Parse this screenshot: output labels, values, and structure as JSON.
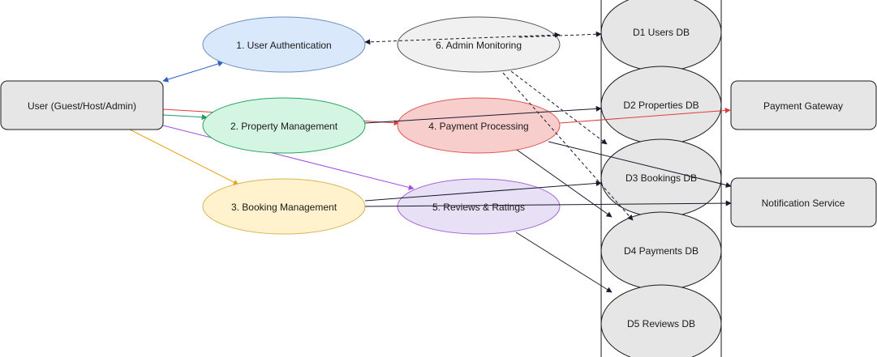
{
  "external_entities": {
    "user": {
      "label": "User (Guest/Host/Admin)"
    },
    "payment_gateway": {
      "label": "Payment Gateway"
    },
    "notification_service": {
      "label": "Notification Service"
    }
  },
  "processes": {
    "p1": {
      "label": "1. User Authentication",
      "fill": "#dae8fc",
      "stroke": "#6c8ebf"
    },
    "p2": {
      "label": "2. Property Management",
      "fill": "#d5f5e3",
      "stroke": "#27a360"
    },
    "p3": {
      "label": "3. Booking Management",
      "fill": "#fff2cc",
      "stroke": "#d6b656"
    },
    "p4": {
      "label": "4. Payment Processing",
      "fill": "#f8cecc",
      "stroke": "#e05555"
    },
    "p5": {
      "label": "5. Reviews & Ratings",
      "fill": "#e8e1f5",
      "stroke": "#a764d8"
    },
    "p6": {
      "label": "6. Admin Monitoring",
      "fill": "#f0f0f0",
      "stroke": "#555555"
    }
  },
  "data_stores": {
    "d1": {
      "label": "D1 Users DB"
    },
    "d2": {
      "label": "D2 Properties DB"
    },
    "d3": {
      "label": "D3 Bookings DB"
    },
    "d4": {
      "label": "D4 Payments DB"
    },
    "d5": {
      "label": "D5 Reviews DB"
    }
  },
  "colors": {
    "entity_fill": "#e6e6e6",
    "store_fill": "#e6e6e6",
    "auth_flow": "#2a5cc9",
    "property_flow": "#1e9a6a",
    "booking_flow": "#e8a319",
    "payment_flow": "#e03c3c",
    "review_flow": "#a24be0",
    "dark_flow": "#1a1a2e"
  }
}
